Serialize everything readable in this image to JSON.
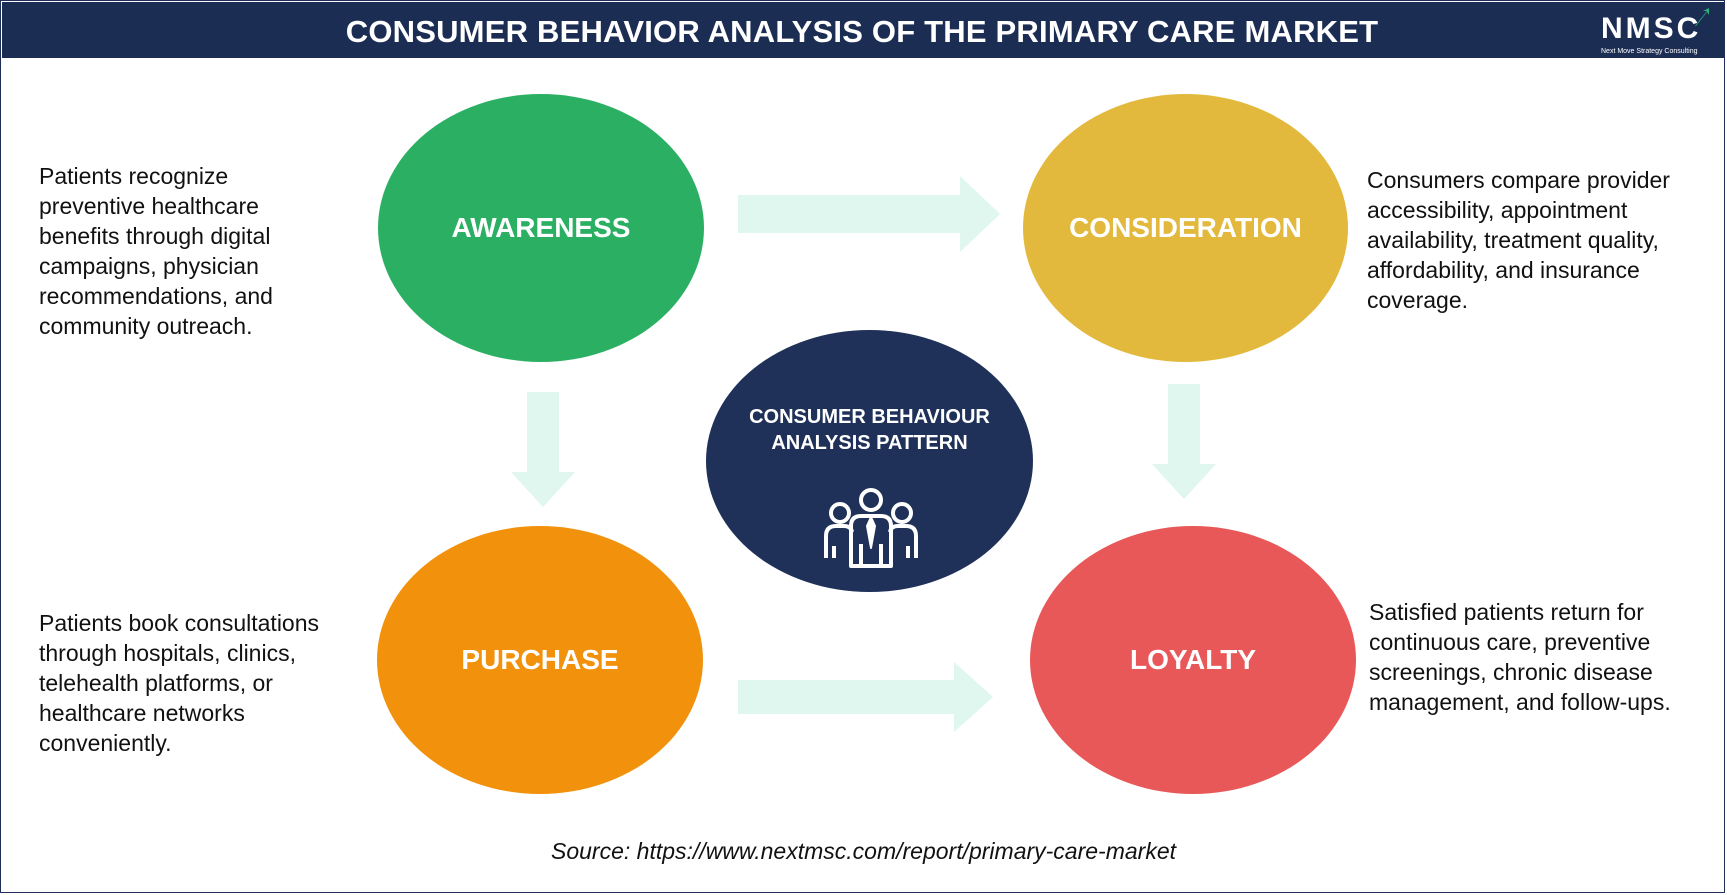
{
  "header": {
    "title": "CONSUMER BEHAVIOR ANALYSIS OF THE PRIMARY CARE MARKET",
    "logo_text": "NMSC",
    "logo_subtitle": "Next Move Strategy Consulting"
  },
  "stages": {
    "awareness": {
      "label": "AWARENESS",
      "color": "#2bb063",
      "description": [
        "Patients recognize",
        "preventive healthcare",
        "benefits through digital",
        "campaigns, physician",
        "recommendations, and",
        "community outreach."
      ]
    },
    "consideration": {
      "label": "CONSIDERATION",
      "color": "#e2b93c",
      "description": [
        "Consumers compare provider",
        "accessibility, appointment",
        "availability, treatment quality,",
        "affordability, and insurance",
        "coverage."
      ]
    },
    "purchase": {
      "label": "PURCHASE",
      "color": "#f1910c",
      "description": [
        "Patients book consultations",
        "through hospitals, clinics,",
        "telehealth platforms, or",
        "healthcare networks",
        "conveniently."
      ]
    },
    "loyalty": {
      "label": "LOYALTY",
      "color": "#e95858",
      "description": [
        "Satisfied patients return for",
        "continuous care, preventive",
        "screenings, chronic disease",
        "management, and follow-ups."
      ]
    }
  },
  "center": {
    "title_line1": "CONSUMER BEHAVIOUR",
    "title_line2": "ANALYSIS PATTERN",
    "icon": "people-group-icon",
    "color": "#1f3159"
  },
  "arrow_color": "#dff7ef",
  "source": "Source: https://www.nextmsc.com/report/primary-care-market"
}
